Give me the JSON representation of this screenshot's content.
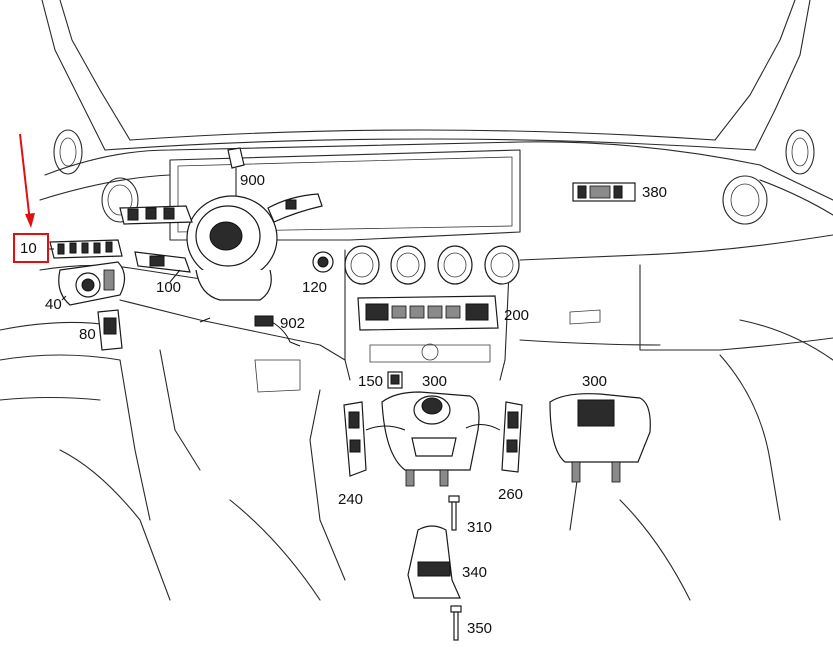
{
  "parts": [
    {
      "id": "p10",
      "label": "10"
    },
    {
      "id": "p40",
      "label": "40"
    },
    {
      "id": "p80",
      "label": "80"
    },
    {
      "id": "p100",
      "label": "100"
    },
    {
      "id": "p120",
      "label": "120"
    },
    {
      "id": "p150",
      "label": "150"
    },
    {
      "id": "p200",
      "label": "200"
    },
    {
      "id": "p240",
      "label": "240"
    },
    {
      "id": "p260",
      "label": "260"
    },
    {
      "id": "p300a",
      "label": "300"
    },
    {
      "id": "p300b",
      "label": "300"
    },
    {
      "id": "p310",
      "label": "310"
    },
    {
      "id": "p340",
      "label": "340"
    },
    {
      "id": "p350",
      "label": "350"
    },
    {
      "id": "p380",
      "label": "380"
    },
    {
      "id": "p900",
      "label": "900"
    },
    {
      "id": "p902",
      "label": "902"
    }
  ],
  "highlight": {
    "part": "10",
    "color": "#e01010"
  }
}
